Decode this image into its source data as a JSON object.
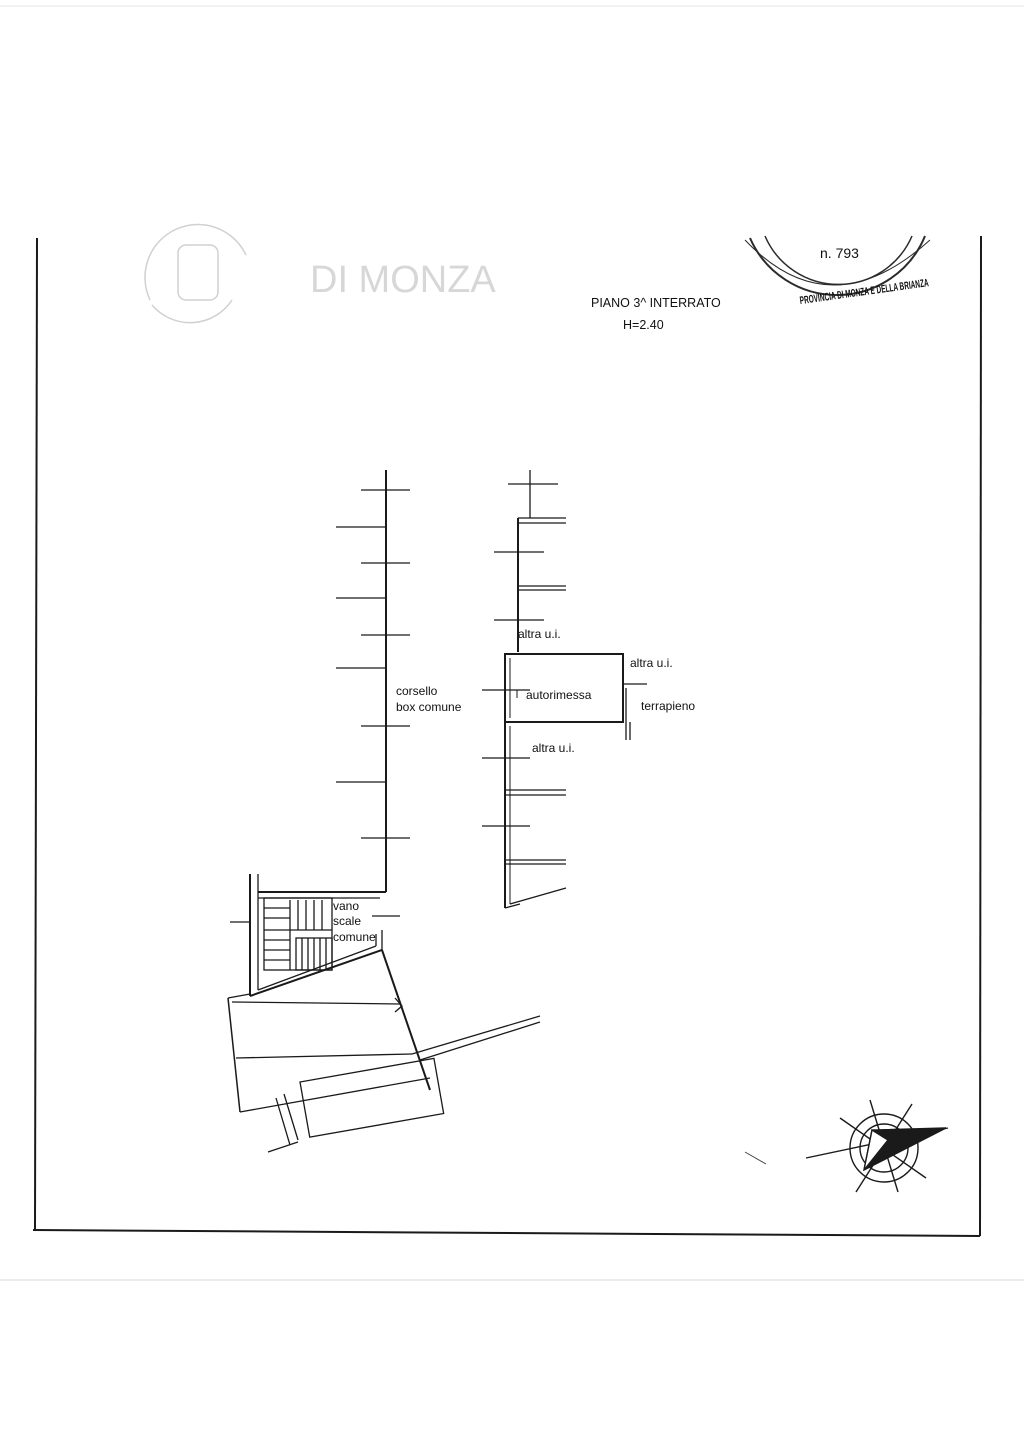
{
  "header": {
    "title": "PIANO 3^ INTERRATO",
    "height_label": "H=2.40"
  },
  "labels": {
    "corsello_line1": "corsello",
    "corsello_line2": "box comune",
    "altra_ui_top": "altra u.i.",
    "altra_ui_right": "altra u.i.",
    "autorimessa": "autorimessa",
    "terrapieno": "terrapieno",
    "altra_ui_bottom": "altra u.i.",
    "vano_line1": "vano",
    "vano_line2": "scale",
    "vano_line3": "comune"
  },
  "stamps": {
    "left_stamp_text": "DI MONZA",
    "right_stamp_number": "n. 793",
    "right_stamp_ring_text": "PROVINCIA DI MONZA E DELLA BRIANZA"
  },
  "colors": {
    "line": "#1a1a1a",
    "stamp_faded": "#b8b8b8",
    "stamp_dark": "#2b2b2b"
  }
}
